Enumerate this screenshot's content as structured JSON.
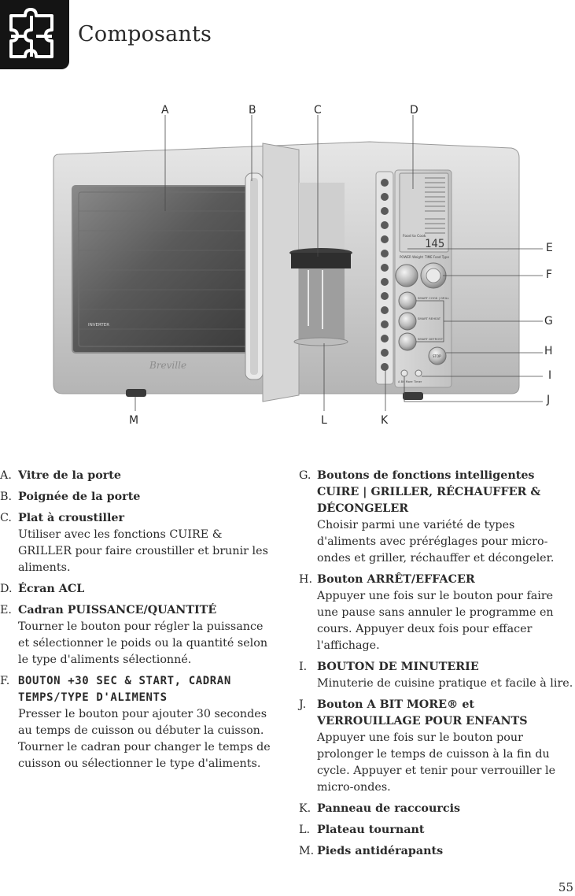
{
  "header": {
    "title": "Composants",
    "icon": "puzzle-icon"
  },
  "figure": {
    "callouts": [
      "A",
      "B",
      "C",
      "D",
      "E",
      "F",
      "G",
      "H",
      "I",
      "J",
      "K",
      "L",
      "M"
    ],
    "brand_mark": "Breville",
    "inverter_badge": "INVERTER",
    "display_value": "145",
    "display_label": "Food to Cook",
    "knob_labels": {
      "left": "POWER Weight",
      "right": "TIME Food Type"
    },
    "smart_button_labels": [
      "SMART COOK | GRILL",
      "SMART REHEAT",
      "SMART DEFROST"
    ],
    "small_button_labels": [
      "A Bit More",
      "Timer"
    ],
    "stop_label": "STOP"
  },
  "legend": {
    "left": [
      {
        "letter": "A.",
        "head": "Vitre de la porte",
        "desc": ""
      },
      {
        "letter": "B.",
        "head": "Poignée de la porte",
        "desc": ""
      },
      {
        "letter": "C.",
        "head": "Plat à croustiller",
        "desc": "Utiliser avec les fonctions CUIRE & GRILLER pour faire croustiller et brunir les aliments."
      },
      {
        "letter": "D.",
        "head": "Écran ACL",
        "desc": ""
      },
      {
        "letter": "E.",
        "head": "Cadran PUISSANCE/QUANTITÉ",
        "desc": "Tourner le bouton pour régler la puissance et sélectionner le poids ou la quantité selon le type d'aliments sélectionné."
      },
      {
        "letter": "F.",
        "head": "BOUTON +30 SEC & START, CADRAN TEMPS/TYPE D'ALIMENTS",
        "desc": "Presser le bouton pour ajouter 30 secondes au temps de cuisson ou débuter la cuisson. Tourner le cadran pour changer le temps de cuisson ou sélectionner le type d'aliments."
      }
    ],
    "right": [
      {
        "letter": "G.",
        "head": "Boutons de fonctions intelligentes CUIRE | GRILLER, RÉCHAUFFER & DÉCONGELER",
        "desc": "Choisir parmi une variété de types d'aliments avec préréglages pour micro-ondes et griller, réchauffer et décongeler."
      },
      {
        "letter": "H.",
        "head": "Bouton ARRÊT/EFFACER",
        "desc": "Appuyer une fois sur le bouton pour faire une pause sans annuler le programme en cours. Appuyer deux fois pour effacer l'affichage."
      },
      {
        "letter": "I.",
        "head": "BOUTON DE MINUTERIE",
        "desc": "Minuterie de cuisine pratique et facile à lire."
      },
      {
        "letter": "J.",
        "head": "Bouton A BIT MORE® et VERROUILLAGE POUR ENFANTS",
        "desc": "Appuyer une fois sur le bouton pour prolonger le temps de cuisson à la fin du cycle. Appuyer et tenir pour verrouiller le micro-ondes."
      },
      {
        "letter": "K.",
        "head": "Panneau de raccourcis",
        "desc": ""
      },
      {
        "letter": "L.",
        "head": "Plateau tournant",
        "desc": ""
      },
      {
        "letter": "M.",
        "head": "Pieds antidérapants",
        "desc": ""
      }
    ]
  },
  "footer": {
    "page_number": "55"
  }
}
